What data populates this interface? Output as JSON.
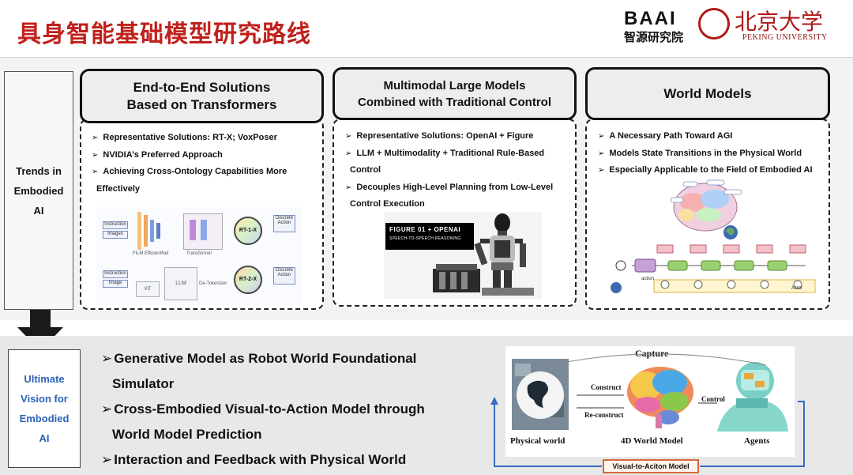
{
  "header": {
    "title": "具身智能基础模型研究路线",
    "logo_baai": "BAAI",
    "logo_baai_sub": "智源研究院",
    "logo_pku_cn": "北京大学",
    "logo_pku_en": "PEKING UNIVERSITY"
  },
  "trends": {
    "label": "Trends in Embodied AI"
  },
  "columns": [
    {
      "heading_line1": "End-to-End Solutions",
      "heading_line2": "Based on Transformers",
      "bullets": [
        "Representative Solutions: RT-X; VoxPoser",
        "NVIDIA’s Preferred Approach",
        "Achieving Cross-Ontology Capabilities More",
        "Effectively"
      ],
      "figure": {
        "top_instruction": "Instruction",
        "top_images": "Images",
        "film": "FiLM EfficientNet",
        "transformer": "Transformer",
        "rt1": "RT-1-X",
        "discrete_action_1": "Discrete Action",
        "bottom_instruction": "Instruction",
        "bottom_image": "Image",
        "vit": "ViT",
        "llm": "LLM",
        "detokenizer": "De-Tokenizer",
        "rt2": "RT-2-X",
        "discrete_action_2": "Discrete Action"
      }
    },
    {
      "heading_line1": "Multimodal Large Models",
      "heading_line2": "Combined with Traditional Control",
      "bullets": [
        "Representative Solutions: OpenAI + Figure",
        "LLM + Multimodality + Traditional Rule-Based",
        "Control",
        "Decouples High-Level Planning from Low-Level",
        "Control Execution"
      ],
      "figure": {
        "caption1": "FIGURE 01 + OPENAI",
        "caption2": "SPEECH-TO-SPEECH REASONING"
      }
    },
    {
      "heading_line1": "World Models",
      "heading_line2": "",
      "bullets": [
        "A Necessary Path Toward AGI",
        "Models State Transitions in the Physical World",
        "Especially Applicable to the Field of Embodied AI"
      ],
      "figure": {
        "action": "action",
        "actor": "Actor"
      }
    }
  ],
  "vision": {
    "label": "Ultimate Vision for Embodied AI",
    "bullets": [
      "Generative Model as Robot World Foundational",
      "Simulator",
      "Cross-Embodied Visual-to-Action Model through",
      "World Model Prediction",
      "Interaction and Feedback with Physical World"
    ]
  },
  "world_model_figure": {
    "capture": "Capture",
    "construct": "Construct",
    "reconstruct": "Re-construct",
    "control": "Control",
    "physical_world": "Physical world",
    "world_model_4d": "4D World Model",
    "agents": "Agents",
    "visual_to_action": "Visual-to-Aciton Model"
  },
  "colors": {
    "title_red": "#c0201c",
    "vision_blue": "#2b63b8",
    "pku_red": "#b01a1a",
    "v2a_border": "#d46a3a"
  }
}
